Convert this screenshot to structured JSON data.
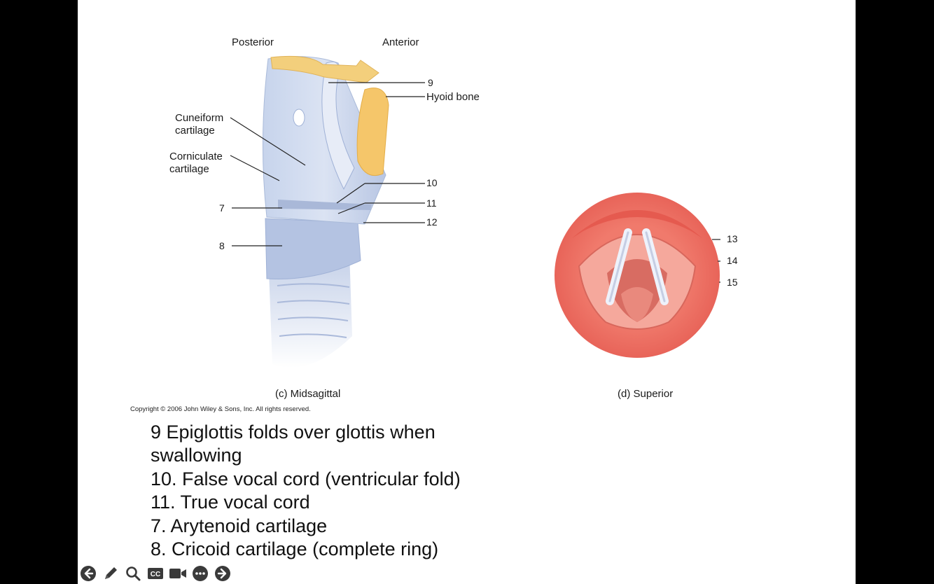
{
  "figure_c": {
    "orientation_left": "Posterior",
    "orientation_right": "Anterior",
    "labels": {
      "cuneiform_1": "Cuneiform",
      "cuneiform_2": "cartilage",
      "corniculate_1": "Corniculate",
      "corniculate_2": "cartilage",
      "hyoid": "Hyoid bone",
      "n7": "7",
      "n8": "8",
      "n9": "9",
      "n10": "10",
      "n11": "11",
      "n12": "12"
    },
    "caption": "(c) Midsagittal",
    "copyright": "Copyright © 2006 John Wiley & Sons, Inc.  All rights reserved."
  },
  "figure_d": {
    "labels": {
      "n13": "13",
      "n14": "14",
      "n15": "15"
    },
    "caption": "(d) Superior"
  },
  "notes": [
    "9 Epiglottis folds over glottis when swallowing",
    "10. False vocal cord (ventricular fold)",
    "11. True vocal cord",
    "7. Arytenoid cartilage",
    "8. Cricoid cartilage (complete ring)"
  ],
  "toolbar": {
    "icons": [
      "arrow-left-icon",
      "pen-icon",
      "magnifier-icon",
      "closed-caption-icon",
      "video-camera-icon",
      "more-icon",
      "arrow-right-icon"
    ],
    "cc_text": "CC",
    "color": "#3a3a3a"
  }
}
